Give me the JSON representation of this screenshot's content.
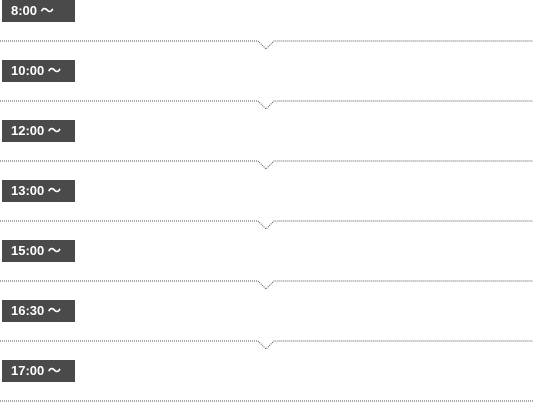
{
  "schedule": {
    "items": [
      {
        "time": "8:00 〜"
      },
      {
        "time": "10:00 〜"
      },
      {
        "time": "12:00 〜"
      },
      {
        "time": "13:00 〜"
      },
      {
        "time": "15:00 〜"
      },
      {
        "time": "16:30 〜"
      },
      {
        "time": "17:00 〜"
      }
    ]
  },
  "colors": {
    "badge_background": "#4a4a4a",
    "badge_text": "#ffffff",
    "divider": "#555555"
  }
}
